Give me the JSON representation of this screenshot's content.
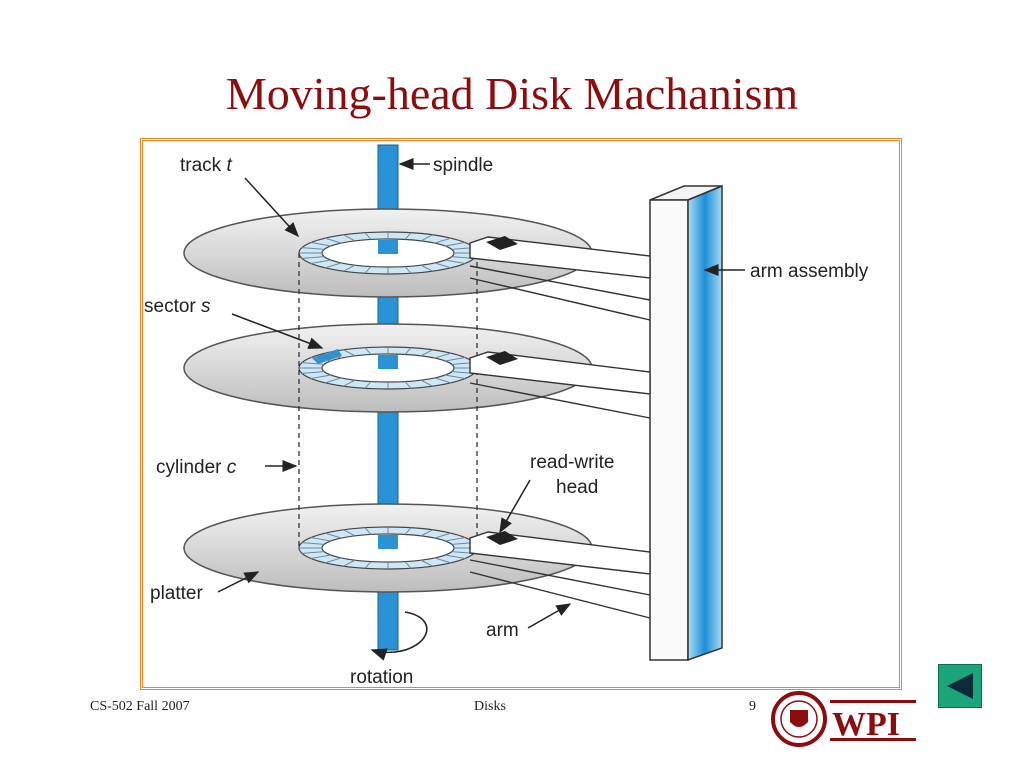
{
  "slide": {
    "title": "Moving-head Disk Machanism"
  },
  "diagram": {
    "labels": {
      "track": "track",
      "track_var": "t",
      "spindle": "spindle",
      "arm_assembly": "arm assembly",
      "sector": "sector",
      "sector_var": "s",
      "cylinder": "cylinder",
      "cylinder_var": "c",
      "read_write_line1": "read-write",
      "read_write_line2": "head",
      "platter": "platter",
      "arm": "arm",
      "rotation": "rotation"
    },
    "colors": {
      "spindle_blue": "#2a93d5",
      "track_blue": "#cfe6f5",
      "sector_highlight": "#2a93d5",
      "platter_gray": "#d6d6d6"
    }
  },
  "footer": {
    "course": "CS-502 Fall 2007",
    "topic": "Disks",
    "page": "9",
    "logo_text": "WPI"
  },
  "nav": {
    "icon": "back-triangle-icon",
    "color": "#1aa67a"
  }
}
